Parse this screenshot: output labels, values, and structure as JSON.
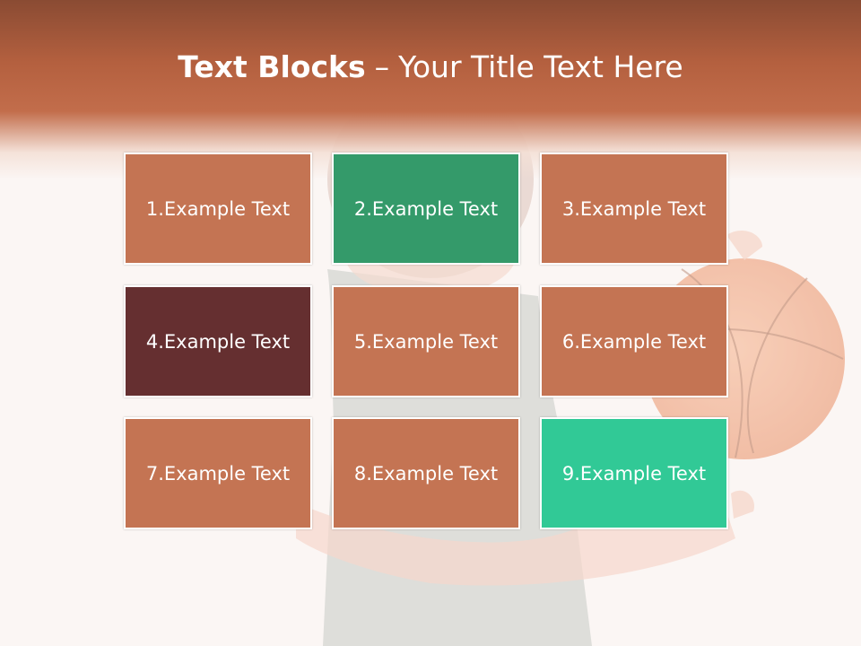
{
  "slide": {
    "title_bold": "Text Blocks",
    "title_separator": "–",
    "title_rest": "Your Title Text Here",
    "header_color": "#b4603f"
  },
  "blocks": [
    {
      "label": "1.Example Text",
      "color": "#c47453"
    },
    {
      "label": "2.Example Text",
      "color": "#349a6a"
    },
    {
      "label": "3.Example Text",
      "color": "#c47453"
    },
    {
      "label": "4.Example Text",
      "color": "#652f30"
    },
    {
      "label": "5.Example Text",
      "color": "#c47453"
    },
    {
      "label": "6.Example Text",
      "color": "#c47453"
    },
    {
      "label": "7.Example Text",
      "color": "#c47453"
    },
    {
      "label": "8.Example Text",
      "color": "#c47453"
    },
    {
      "label": "9.Example Text",
      "color": "#31c996"
    }
  ]
}
